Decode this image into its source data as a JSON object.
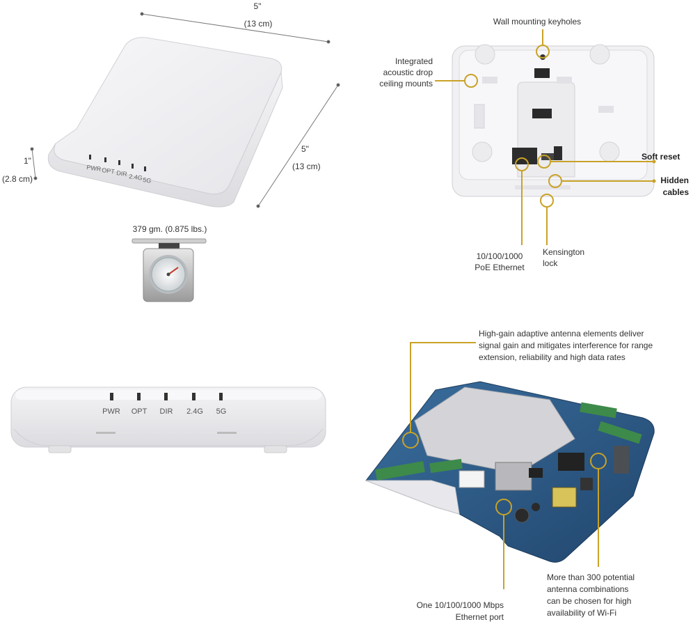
{
  "dimensions": {
    "width_in": "5\"",
    "width_cm": "(13 cm)",
    "depth_in": "5\"",
    "depth_cm": "(13 cm)",
    "height_in": "1\"",
    "height_cm": "(2.8 cm)",
    "weight": "379 gm. (0.875 lbs.)"
  },
  "leds": [
    "PWR",
    "OPT",
    "DIR",
    "2.4G",
    "5G"
  ],
  "back_callouts": {
    "keyholes": "Wall mounting keyholes",
    "ceiling_mounts": [
      "Integrated",
      "acoustic drop",
      "ceiling mounts"
    ],
    "soft_reset": "Soft reset",
    "hidden_cables": [
      "Hidden",
      "cables"
    ],
    "poe": [
      "10/100/1000",
      "PoE Ethernet"
    ],
    "kensington": [
      "Kensington",
      "lock"
    ]
  },
  "board_callouts": {
    "antenna": [
      "High-gain adaptive antenna elements deliver",
      "signal gain and mitigates interference for range",
      "extension, reliability and high data rates"
    ],
    "ethernet": [
      "One 10/100/1000 Mbps",
      "Ethernet port"
    ],
    "combinations": [
      "More than 300 potential",
      "antenna combinations",
      "can be chosen for high",
      "availability of Wi-Fi"
    ]
  },
  "colors": {
    "callout": "#c9a227",
    "board": "#2f5f8f",
    "device": "#f2f2f4"
  }
}
